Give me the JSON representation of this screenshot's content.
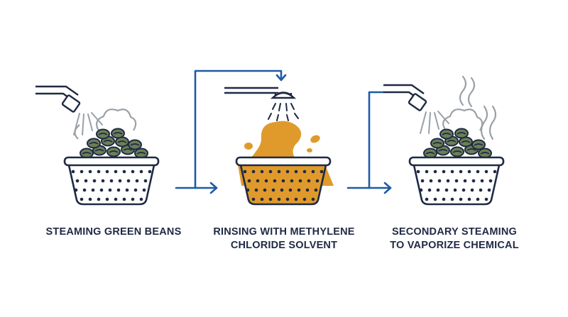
{
  "steps": [
    {
      "lines": [
        "STEAMING GREEN BEANS"
      ]
    },
    {
      "lines": [
        "RINSING WITH METHYLENE",
        "CHLORIDE SOLVENT"
      ]
    },
    {
      "lines": [
        "SECONDARY STEAMING",
        "TO VAPORIZE CHEMICAL"
      ]
    }
  ],
  "colors": {
    "outline": "#1f2a44",
    "arrow": "#1f5aa6",
    "bean": "#6b7f55",
    "solvent": "#e09a2c",
    "steam": "#9aa0a6"
  }
}
